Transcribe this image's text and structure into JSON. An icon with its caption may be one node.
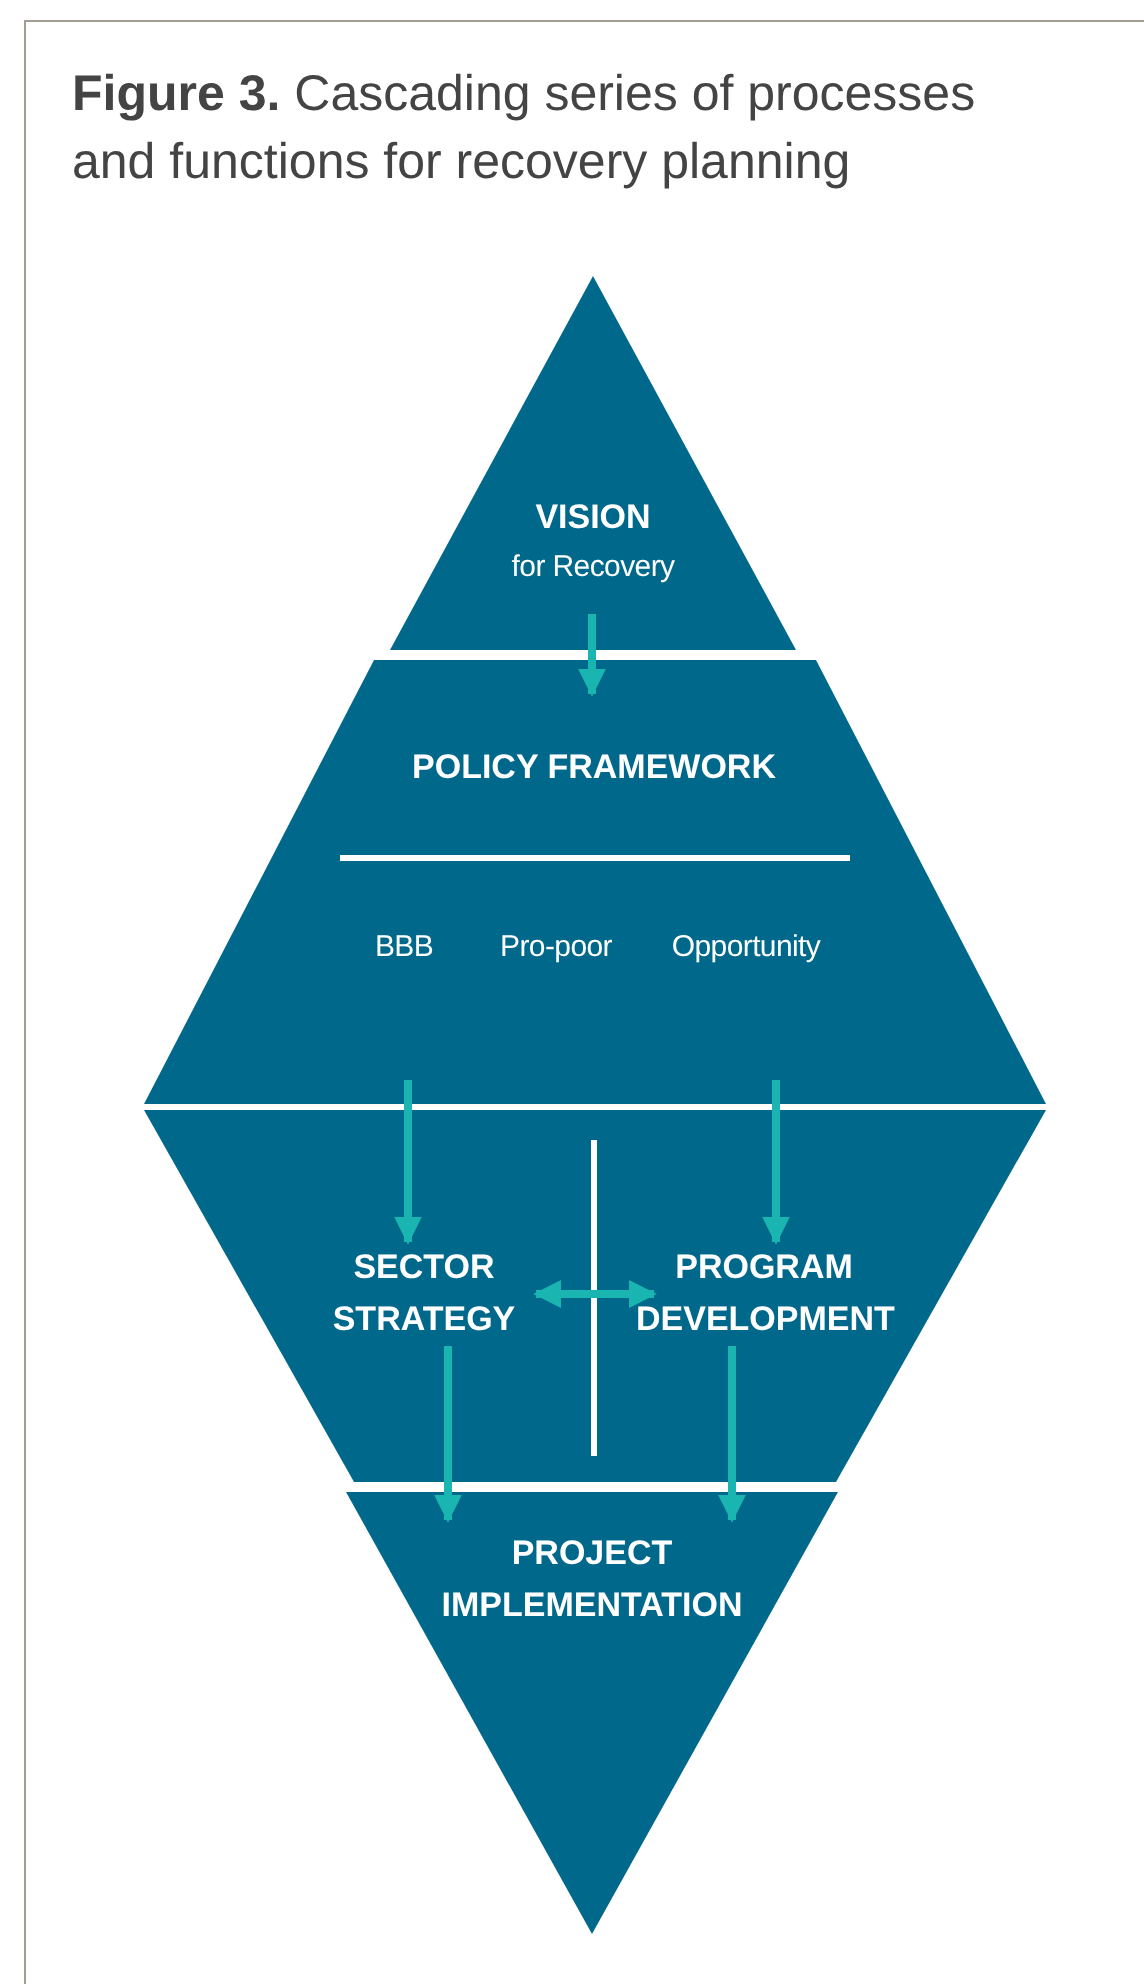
{
  "diagram": {
    "title": "**Figure 3.** Cascading series of processes and functions for recovery planning",
    "nodes": [
      {
        "text": [
          "VISION",
          "for Recovery"
        ]
      },
      {
        "text": [
          "POLICY FRAMEWORK",
          "BBB",
          "Pro-poor",
          "Opportunity"
        ]
      },
      {
        "text": [
          "SECTOR STRATEGY"
        ]
      },
      {
        "text": [
          "PROGRAM DEVELOPMENT"
        ]
      },
      {
        "text": [
          "PROJECT IMPLEMENTATION"
        ]
      }
    ],
    "edges": [
      {
        "from": 0,
        "to": 1,
        "arrow": "to"
      },
      {
        "from": 1,
        "to": 2,
        "arrow": "to"
      },
      {
        "from": 1,
        "to": 3,
        "arrow": "to"
      },
      {
        "from": 2,
        "to": 3,
        "arrow": "both"
      },
      {
        "from": 2,
        "to": 4,
        "arrow": "to"
      },
      {
        "from": 3,
        "to": 4,
        "arrow": "to"
      }
    ]
  }
}
